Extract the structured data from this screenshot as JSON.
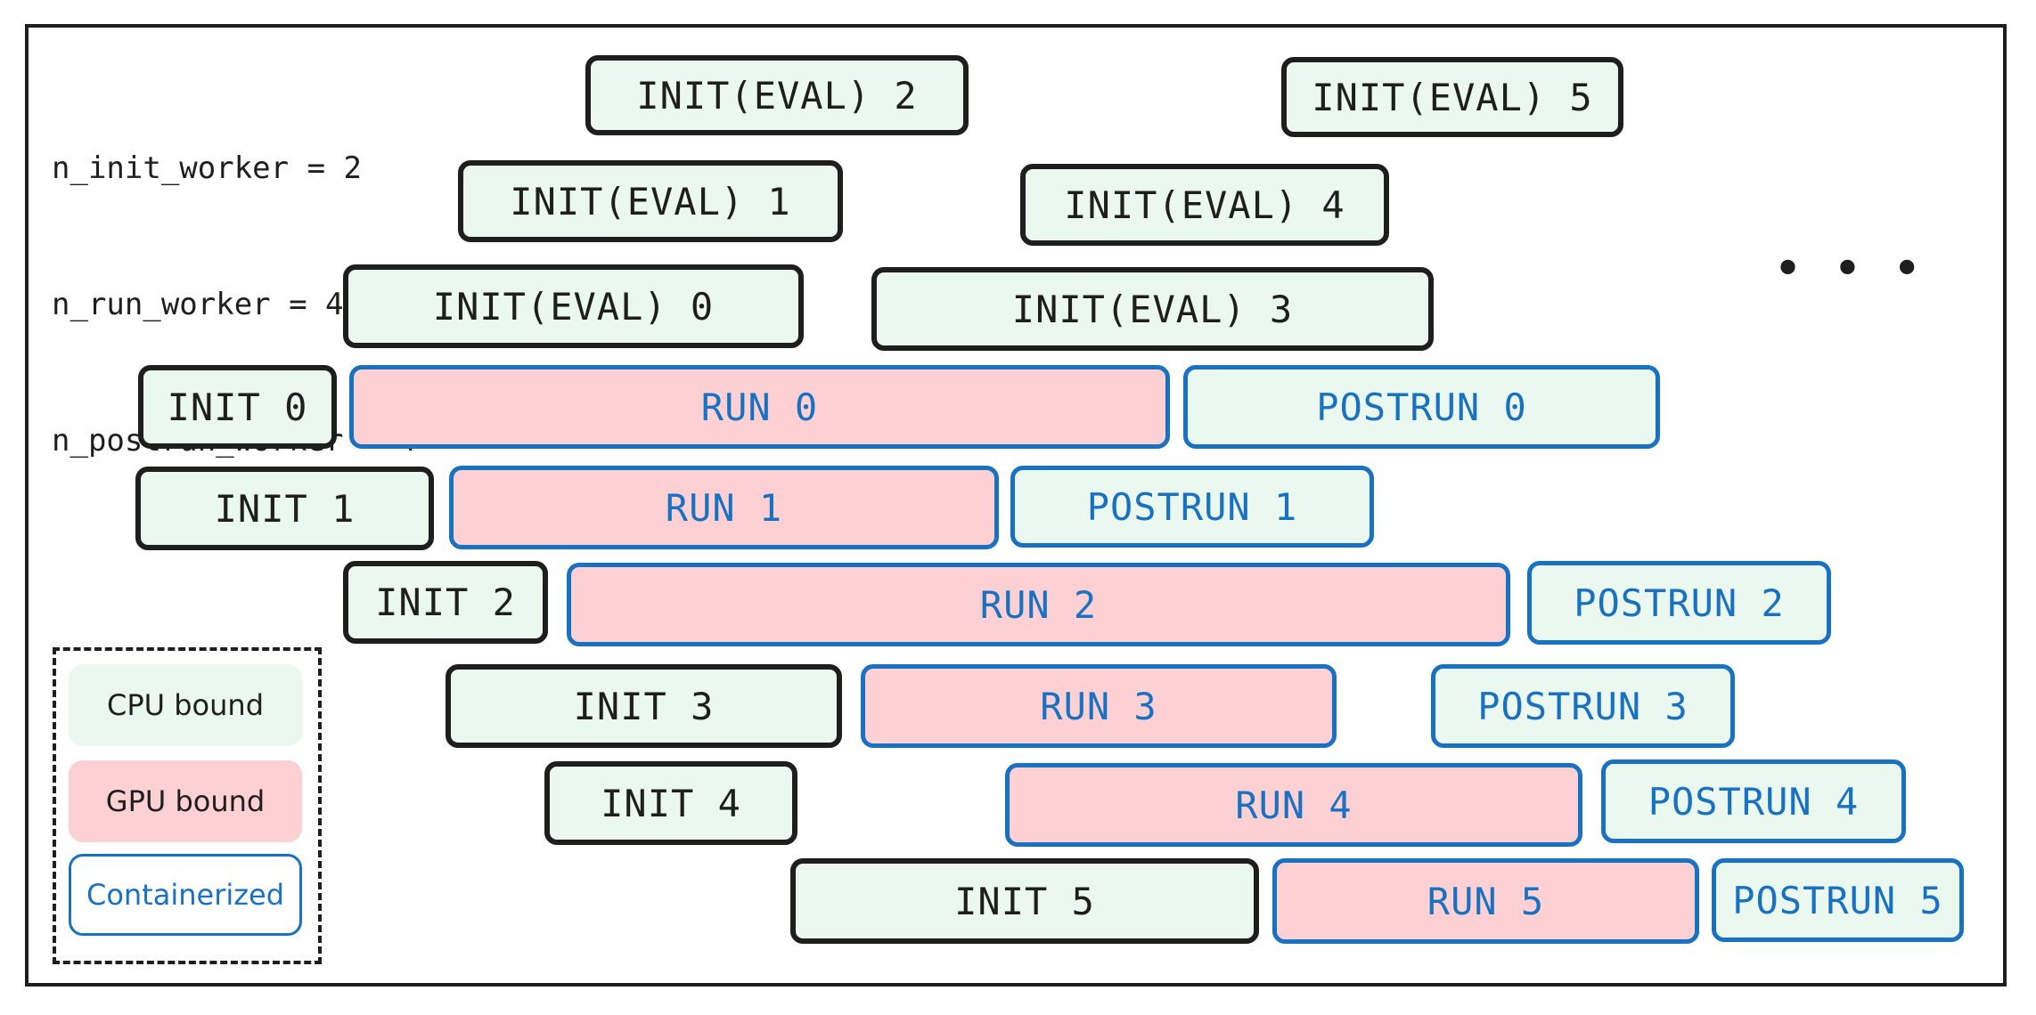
{
  "params": [
    "n_init_worker = 2",
    "n_run_worker = 4",
    "n_postrun_worker = 4"
  ],
  "eval_tasks": {
    "e0": "INIT(EVAL) 0",
    "e1": "INIT(EVAL) 1",
    "e2": "INIT(EVAL) 2",
    "e3": "INIT(EVAL) 3",
    "e4": "INIT(EVAL) 4",
    "e5": "INIT(EVAL) 5"
  },
  "tasks": [
    {
      "init": "INIT 0",
      "run": "RUN 0",
      "postrun": "POSTRUN 0"
    },
    {
      "init": "INIT 1",
      "run": "RUN 1",
      "postrun": "POSTRUN 1"
    },
    {
      "init": "INIT 2",
      "run": "RUN 2",
      "postrun": "POSTRUN 2"
    },
    {
      "init": "INIT 3",
      "run": "RUN 3",
      "postrun": "POSTRUN 3"
    },
    {
      "init": "INIT 4",
      "run": "RUN 4",
      "postrun": "POSTRUN 4"
    },
    {
      "init": "INIT 5",
      "run": "RUN 5",
      "postrun": "POSTRUN 5"
    }
  ],
  "ellipsis": "• • •",
  "legend": {
    "cpu": "CPU bound",
    "gpu": "GPU bound",
    "containerized": "Containerized"
  },
  "colors": {
    "cpu_fill": "#ebf8ef",
    "gpu_fill": "#fdd0d3",
    "container_stroke": "#1971c2",
    "cpu_stroke": "#1e1e1e"
  }
}
